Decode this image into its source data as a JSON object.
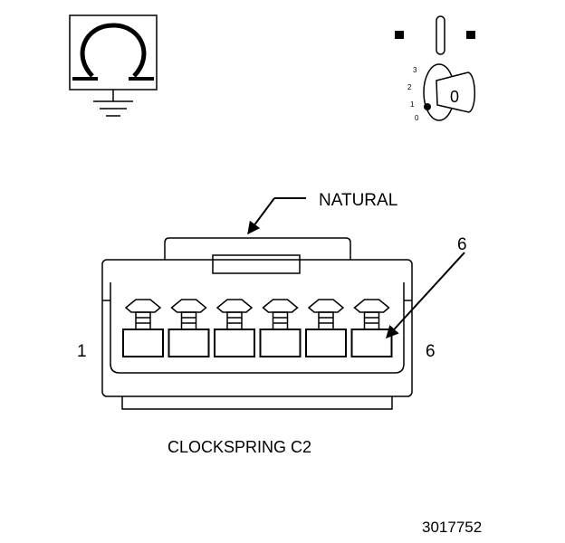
{
  "connector": {
    "color_label": "NATURAL",
    "name": "CLOCKSPRING C2",
    "pin_first": "1",
    "pin_last": "6",
    "callout_pin": "6",
    "cavity_count": 6
  },
  "ignition": {
    "positions": [
      "3",
      "2",
      "1",
      "0"
    ],
    "key_position": "0"
  },
  "figure_number": "3017752",
  "icons": [
    "ohmmeter-ground-icon",
    "ignition-key-off-icon"
  ]
}
